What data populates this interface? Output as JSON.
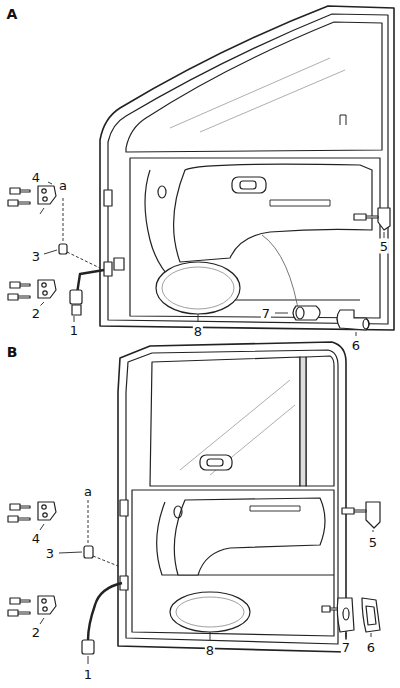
{
  "diagram": {
    "labels": [
      "A",
      "a",
      "4",
      "3",
      "2",
      "1",
      "8",
      "5",
      "7",
      "6",
      "B",
      "a",
      "4",
      "3",
      "2",
      "1",
      "8",
      "5",
      "7",
      "6"
    ]
  }
}
